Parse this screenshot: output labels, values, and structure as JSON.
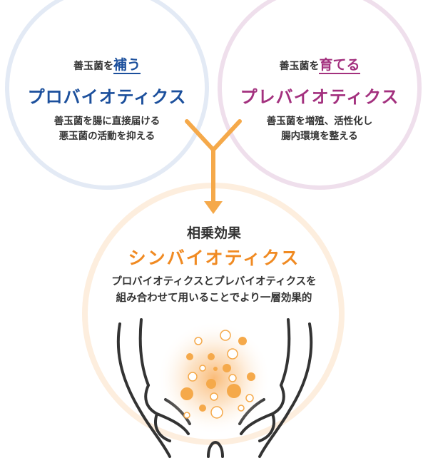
{
  "probiotics": {
    "lead_prefix": "善玉菌を",
    "lead_highlight": "補う",
    "title": "プロバイオティクス",
    "desc_line1": "善玉菌を腸に直接届ける",
    "desc_line2": "悪玉菌の活動を抑える",
    "color": "#1b4f9c",
    "ring_color": "#e3eaf5"
  },
  "prebiotics": {
    "lead_prefix": "善玉菌を",
    "lead_highlight": "育てる",
    "title": "プレバイオティクス",
    "desc_line1": "善玉菌を増殖、活性化し",
    "desc_line2": "腸内環境を整える",
    "color": "#a3307e",
    "ring_color": "#efdfec"
  },
  "synbiotics": {
    "label": "相乗効果",
    "title": "シンバイオティクス",
    "desc_line1": "プロバイオティクスとプレバイオティクスを",
    "desc_line2": "組み合わせて用いることでより一層効果的",
    "color": "#f08a22",
    "ring_color": "#fdeede"
  },
  "icons": [
    "merge-arrow-icon",
    "torso-illustration",
    "bacteria-bubbles-icon"
  ]
}
